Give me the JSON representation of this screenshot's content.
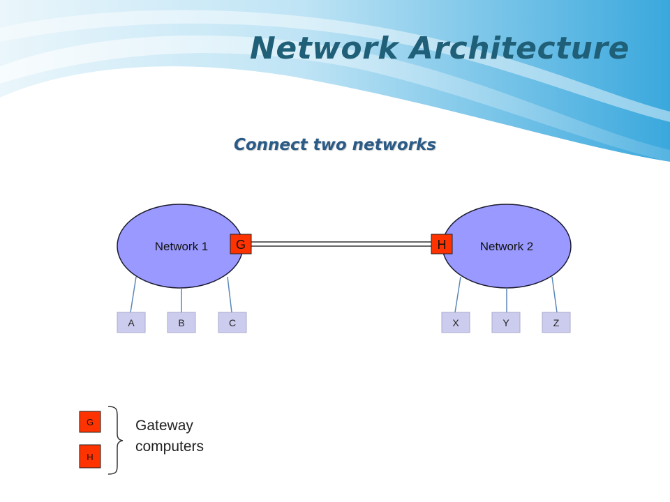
{
  "slide": {
    "title": "Network Architecture",
    "subtitle": "Connect two networks"
  },
  "diagram": {
    "networks": [
      {
        "label": "Network 1",
        "gateway": "G",
        "hosts": [
          "A",
          "B",
          "C"
        ]
      },
      {
        "label": "Network 2",
        "gateway": "H",
        "hosts": [
          "X",
          "Y",
          "Z"
        ]
      }
    ],
    "legend": {
      "items": [
        "G",
        "H"
      ],
      "text_line1": "Gateway",
      "text_line2": "computers"
    }
  },
  "colors": {
    "network_fill": "#9999ff",
    "network_stroke": "#1a1a2e",
    "gateway_fill": "#ff3300",
    "host_fill": "#ccccee",
    "host_link": "#5b87b8",
    "title": "#1f5f77",
    "subtitle": "#2a5a86"
  }
}
